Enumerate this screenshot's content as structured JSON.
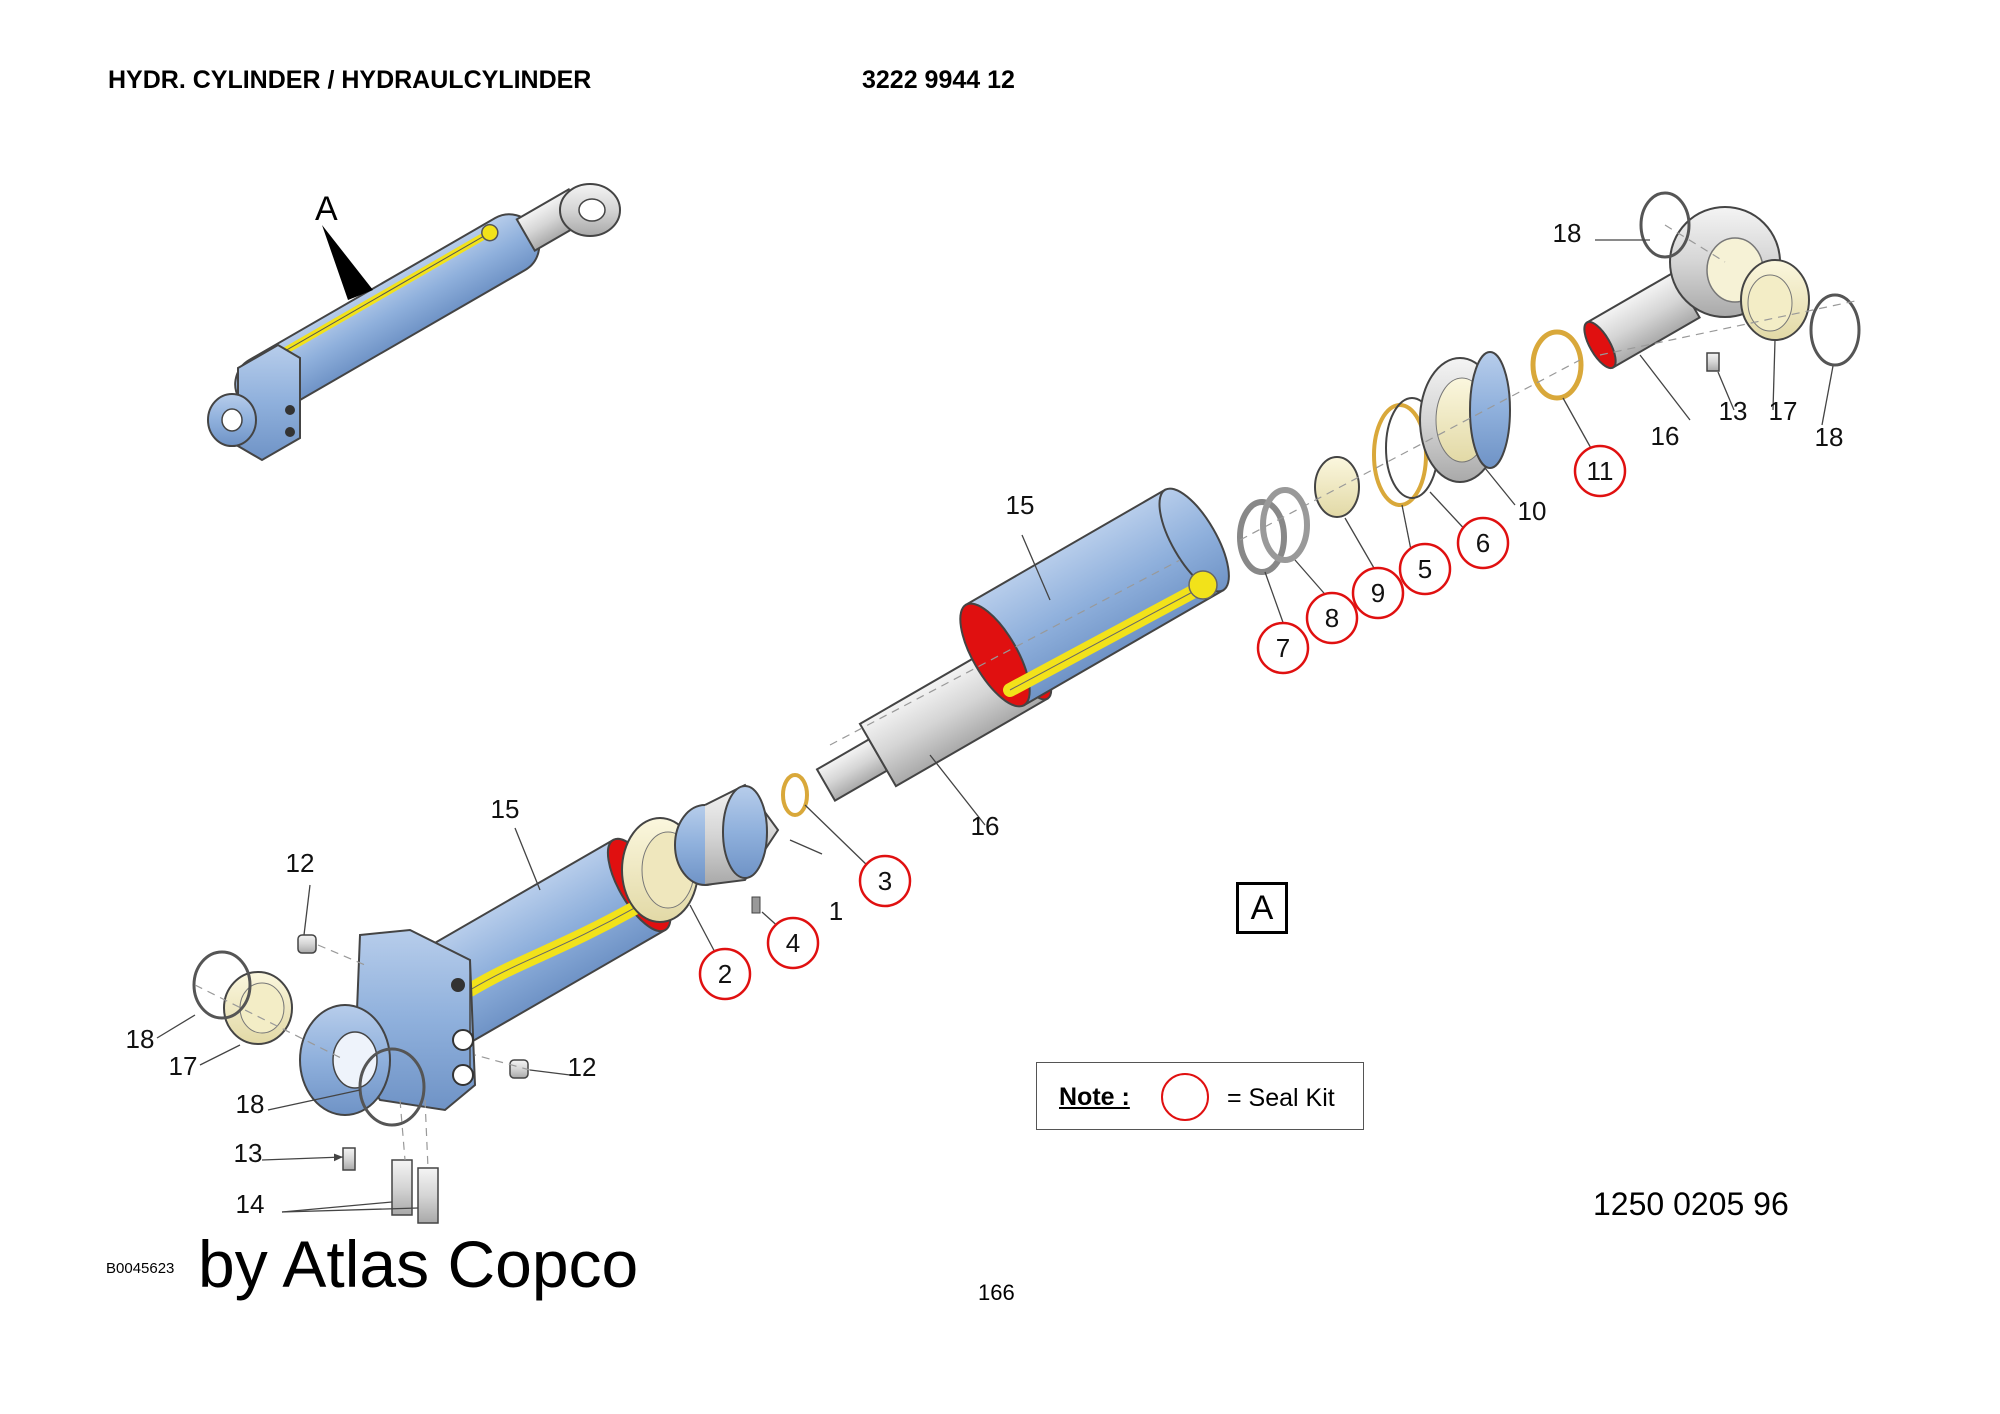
{
  "header": {
    "title": "HYDR. CYLINDER / HYDRAULCYLINDER",
    "part_number": "3222 9944 12"
  },
  "view_marker": {
    "arrow_label": "A",
    "box_label": "A"
  },
  "callouts": [
    {
      "id": "c1",
      "label": "1",
      "seal": false
    },
    {
      "id": "c2",
      "label": "2",
      "seal": true
    },
    {
      "id": "c3",
      "label": "3",
      "seal": true
    },
    {
      "id": "c4",
      "label": "4",
      "seal": true
    },
    {
      "id": "c5",
      "label": "5",
      "seal": true
    },
    {
      "id": "c6",
      "label": "6",
      "seal": true
    },
    {
      "id": "c7",
      "label": "7",
      "seal": true
    },
    {
      "id": "c8",
      "label": "8",
      "seal": true
    },
    {
      "id": "c9",
      "label": "9",
      "seal": true
    },
    {
      "id": "c10",
      "label": "10",
      "seal": false
    },
    {
      "id": "c11",
      "label": "11",
      "seal": true
    },
    {
      "id": "c12a",
      "label": "12",
      "seal": false
    },
    {
      "id": "c12b",
      "label": "12",
      "seal": false
    },
    {
      "id": "c13a",
      "label": "13",
      "seal": false
    },
    {
      "id": "c13b",
      "label": "13",
      "seal": false
    },
    {
      "id": "c14",
      "label": "14",
      "seal": false
    },
    {
      "id": "c15a",
      "label": "15",
      "seal": false
    },
    {
      "id": "c15b",
      "label": "15",
      "seal": false
    },
    {
      "id": "c16a",
      "label": "16",
      "seal": false
    },
    {
      "id": "c16b",
      "label": "16",
      "seal": false
    },
    {
      "id": "c17a",
      "label": "17",
      "seal": false
    },
    {
      "id": "c17b",
      "label": "17",
      "seal": false
    },
    {
      "id": "c18a",
      "label": "18",
      "seal": false
    },
    {
      "id": "c18b",
      "label": "18",
      "seal": false
    },
    {
      "id": "c18c",
      "label": "18",
      "seal": false
    },
    {
      "id": "c18d",
      "label": "18",
      "seal": false
    }
  ],
  "note": {
    "label": "Note :",
    "text": "= Seal Kit",
    "circle_color": "#e01010"
  },
  "footer": {
    "doc_number": "1250 0205 96",
    "image_id": "B0045623",
    "watermark": "by Atlas Copco",
    "page_number": "166"
  },
  "colors": {
    "cylinder_blue": "#8fb0dc",
    "tube_yellow": "#f2e21a",
    "seal_red": "#e01010",
    "chrome": "#d9d9d9",
    "bushing_cream": "#f3edc6",
    "ring_orange": "#d9a83a"
  }
}
